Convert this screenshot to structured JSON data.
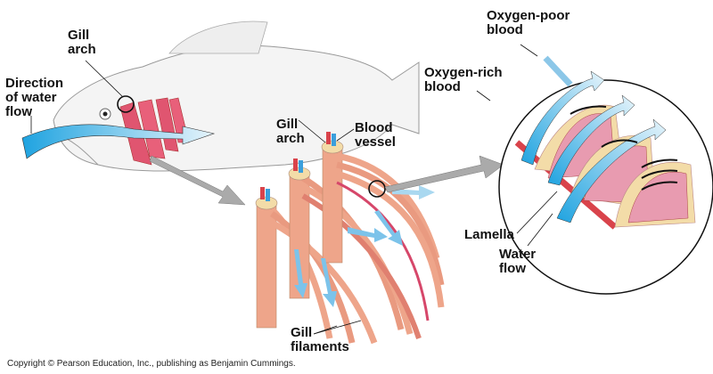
{
  "labels": {
    "gill_arch_1": "Gill\narch",
    "direction_of_water_flow": "Direction\nof water\nflow",
    "gill_arch_2": "Gill\narch",
    "blood_vessel": "Blood\nvessel",
    "oxygen_poor_blood": "Oxygen-poor\nblood",
    "oxygen_rich_blood": "Oxygen-rich\nblood",
    "lamella": "Lamella",
    "water_flow": "Water\nflow",
    "gill_filaments": "Gill\nfilaments"
  },
  "copyright": "Copyright © Pearson Education, Inc., publishing as Benjamin Cummings.",
  "colors": {
    "water": "#3ab0e6",
    "water_light": "#cfe9f7",
    "filament": "#eea58a",
    "filament_dark": "#d6476a",
    "oxygen_rich": "#d9434b",
    "oxygen_poor": "#6cb6e0",
    "arch_cap": "#f3dca8",
    "pointer_gray": "#a9a9a9"
  }
}
